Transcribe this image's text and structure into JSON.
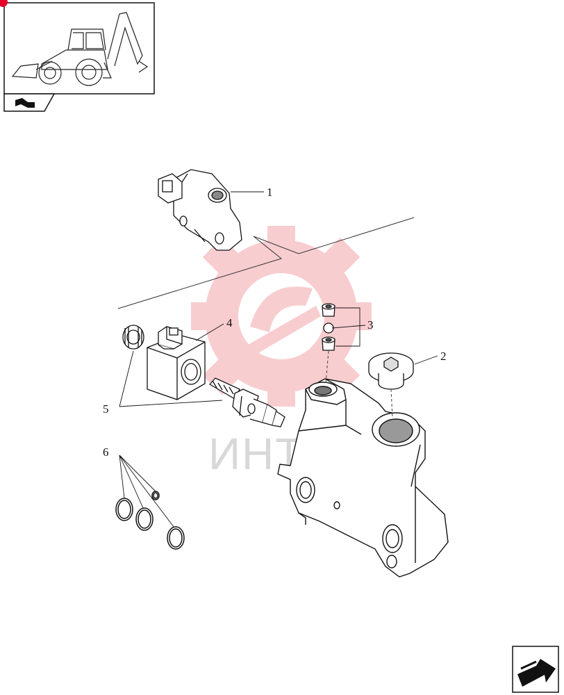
{
  "watermark": {
    "text": "ИНТЕХ",
    "color": "#f2a9ad"
  },
  "callouts": [
    {
      "id": "1",
      "label": "1"
    },
    {
      "id": "2",
      "label": "2"
    },
    {
      "id": "3",
      "label": "3"
    },
    {
      "id": "4",
      "label": "4"
    },
    {
      "id": "5",
      "label": "5"
    },
    {
      "id": "6",
      "label": "6"
    }
  ],
  "colors": {
    "line": "#111111",
    "accent": "#e4002b"
  },
  "icons": {
    "thumbnail": "backhoe-loader-icon",
    "section": "section-arrow-icon",
    "nav": "next-page-arrow-icon"
  }
}
